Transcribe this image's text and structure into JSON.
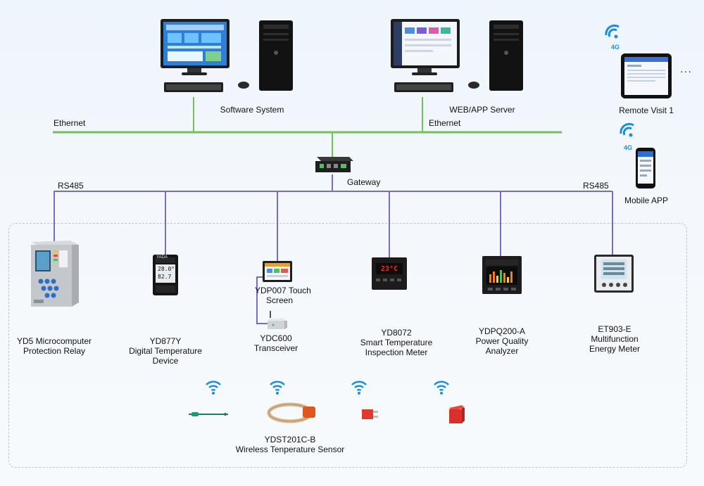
{
  "network": {
    "ethernet_left": "Ethernet",
    "ethernet_right": "Ethernet",
    "rs485_left": "RS485",
    "rs485_right": "RS485",
    "gateway": "Gateway"
  },
  "top": {
    "software_system": "Software System",
    "web_app_server": "WEB/APP Server",
    "remote_visit": "Remote Visit 1",
    "mobile_app": "Mobile APP",
    "net_4g_1": "4G",
    "net_4g_2": "4G",
    "ellipsis": "···"
  },
  "devices": [
    {
      "line1": "YD5 Microcomputer",
      "line2": "Protection Relay"
    },
    {
      "line1": "YD877Y",
      "line2": "Digital Temperature",
      "line3": "Device"
    },
    {
      "line1": "YDP007 Touch",
      "line2": "Screen"
    },
    {
      "line1": "YDC600",
      "line2": "Transceiver"
    },
    {
      "line1": "YD8072",
      "line2": "Smart Temperature",
      "line3": "Inspection Meter"
    },
    {
      "line1": "YDPQ200-A",
      "line2": "Power Quality",
      "line3": "Analyzer"
    },
    {
      "line1": "ET903-E",
      "line2": "Multifunction",
      "line3": "Energy Meter"
    }
  ],
  "display_texts": {
    "yd877y_temp": "28.0°",
    "yd877y_hum": "82.7",
    "yd8072_temp": "23°C",
    "yd877y_brand": "YADA"
  },
  "sensor": {
    "line1": "YDST201C-B",
    "line2": "Wireless Tenperature Sensor"
  },
  "colors": {
    "ethernet": "#72c25a",
    "rs485": "#7a6cc0",
    "red_display": "#ff2a1a",
    "sensor_orange": "#e0561e"
  }
}
